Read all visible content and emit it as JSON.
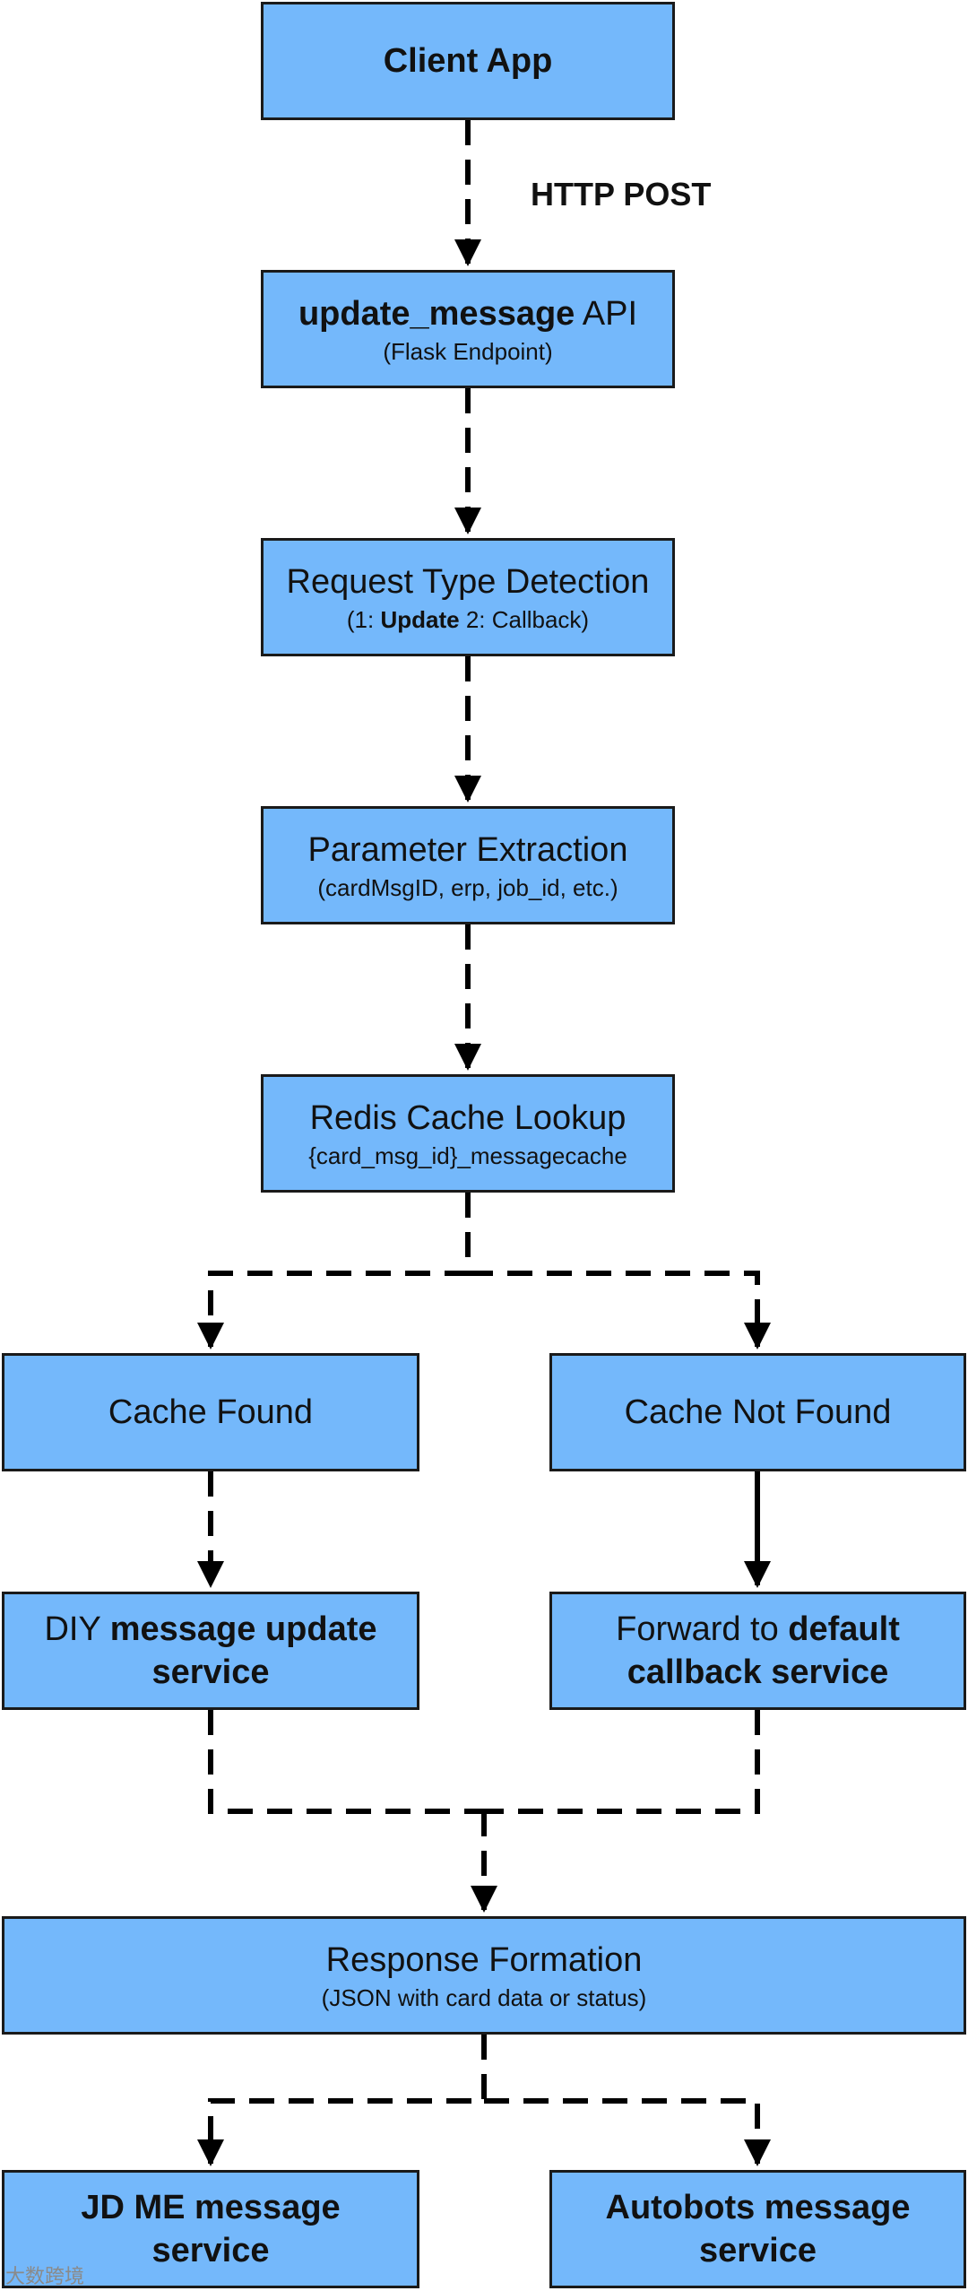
{
  "edge_label": "HTTP POST",
  "nodes": {
    "client_app": {
      "title": "Client App"
    },
    "update_api": {
      "title_bold": "update_message",
      "title_rest": " API",
      "sub": "(Flask Endpoint)"
    },
    "request_type": {
      "title": "Request Type Detection",
      "sub_pre": "(1: ",
      "sub_bold": "Update",
      "sub_post": " 2: Callback)"
    },
    "param_extraction": {
      "title": "Parameter Extraction",
      "sub": "(cardMsgID, erp, job_id, etc.)"
    },
    "redis_lookup": {
      "title": "Redis Cache Lookup",
      "sub": "{card_msg_id}_messagecache"
    },
    "cache_found": {
      "title": "Cache Found"
    },
    "cache_not_found": {
      "title": "Cache Not Found"
    },
    "diy_service": {
      "line1_pre": "DIY ",
      "line1_bold": "message update",
      "line2_bold": "service"
    },
    "forward_default": {
      "line1_pre": "Forward to ",
      "line1_bold": "default",
      "line2_bold": "callback service"
    },
    "response_formation": {
      "title": "Response Formation",
      "sub": "(JSON with card data or status)"
    },
    "jd_me": {
      "line1": "JD ME message",
      "line2": "service"
    },
    "autobots": {
      "line1": "Autobots message",
      "line2": "service"
    }
  },
  "watermark": "大数跨境"
}
